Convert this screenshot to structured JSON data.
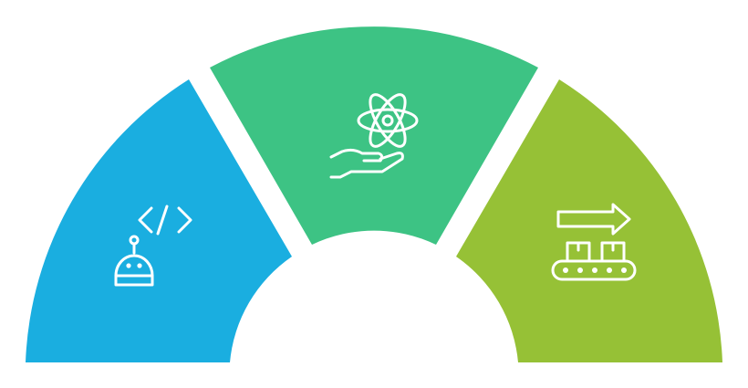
{
  "diagram": {
    "type": "semicircle-segments",
    "segments": [
      {
        "name": "automation-coding",
        "icon": "robot-code-icon",
        "color": "#1AAEE0"
      },
      {
        "name": "science-innovation",
        "icon": "atom-hand-icon",
        "color": "#3DC384"
      },
      {
        "name": "production-delivery",
        "icon": "conveyor-arrow-icon",
        "color": "#96C136"
      }
    ],
    "background": "#ffffff",
    "icon_color": "#ffffff"
  }
}
